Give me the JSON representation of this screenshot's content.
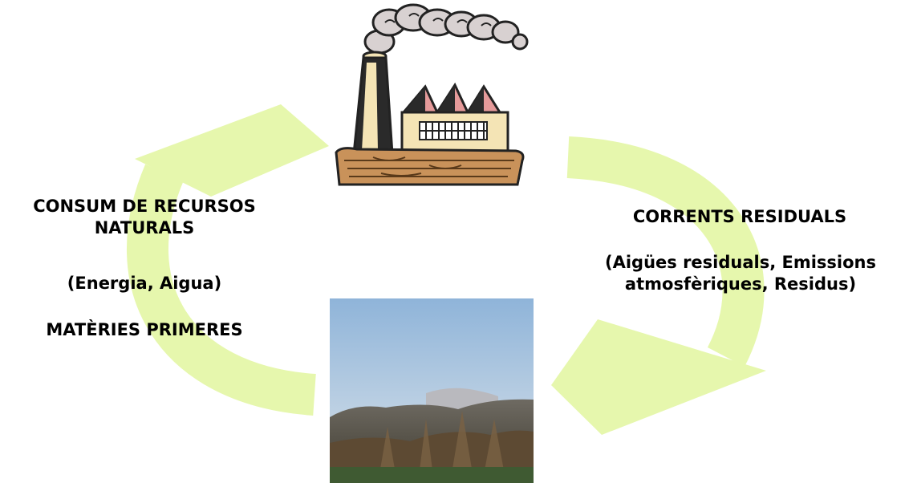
{
  "left_block": {
    "title": "CONSUM DE RECURSOS NATURALS",
    "subtitle": "(Energia, Aigua)",
    "extra": "MATÈRIES PRIMERES"
  },
  "right_block": {
    "title": "CORRENTS RESIDUALS",
    "subtitle": "(Aigües residuals, Emissions atmosfèriques, Residus)"
  },
  "colors": {
    "arrow": "#e6f7ad",
    "factory_roof": "#e59a9a",
    "factory_wall": "#f4e4b5",
    "wood": "#c9925a",
    "sky": "#a9c6df",
    "forest": "#5d4a33"
  },
  "icons": {
    "top": "factory-illustration",
    "bottom": "landscape-photo"
  }
}
